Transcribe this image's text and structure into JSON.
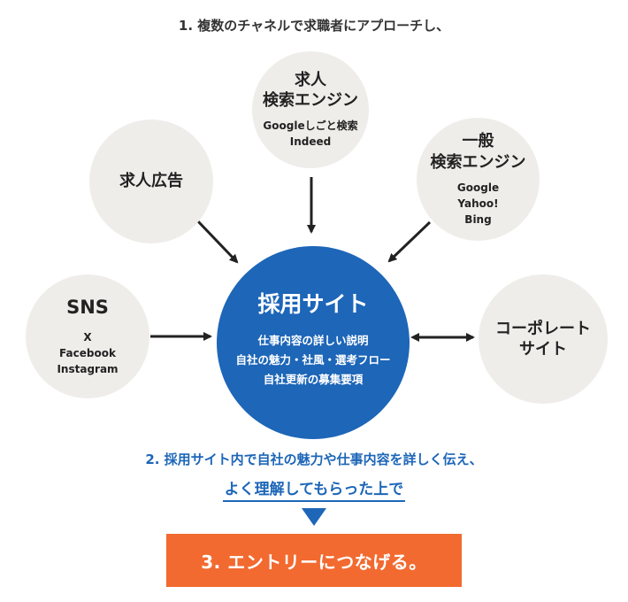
{
  "step1": "1. 複数のチャネルで求職者にアプローチし、",
  "nodes": {
    "kyujin_search": {
      "title_lines": [
        "求人",
        "検索エンジン"
      ],
      "sub_lines": [
        "Googleしごと検索",
        "Indeed"
      ]
    },
    "kyujin_koukoku": {
      "title_lines": [
        "求人広告"
      ]
    },
    "ippan_search": {
      "title_lines": [
        "一般",
        "検索エンジン"
      ],
      "sub_lines": [
        "Google",
        "Yahoo!",
        "Bing"
      ]
    },
    "sns": {
      "title_lines": [
        "SNS"
      ],
      "sub_lines": [
        "X",
        "Facebook",
        "Instagram"
      ]
    },
    "corporate": {
      "title_lines": [
        "コーポレート",
        "サイト"
      ]
    },
    "saiyou_site": {
      "title_lines": [
        "採用サイト"
      ],
      "sub_lines": [
        "仕事内容の詳しい説明",
        "自社の魅力・社風・選考フロー",
        "自社更新の募集要項"
      ]
    }
  },
  "step2": "2. 採用サイト内で自社の魅力や仕事内容を詳しく伝え、",
  "step2b": "よく理解してもらった上で",
  "step3": "3. エントリーにつなげる。",
  "colors": {
    "primary_blue": "#1d66b8",
    "circle_gray": "#efedea",
    "accent_orange": "#f26a30",
    "arrow": "#222222"
  }
}
